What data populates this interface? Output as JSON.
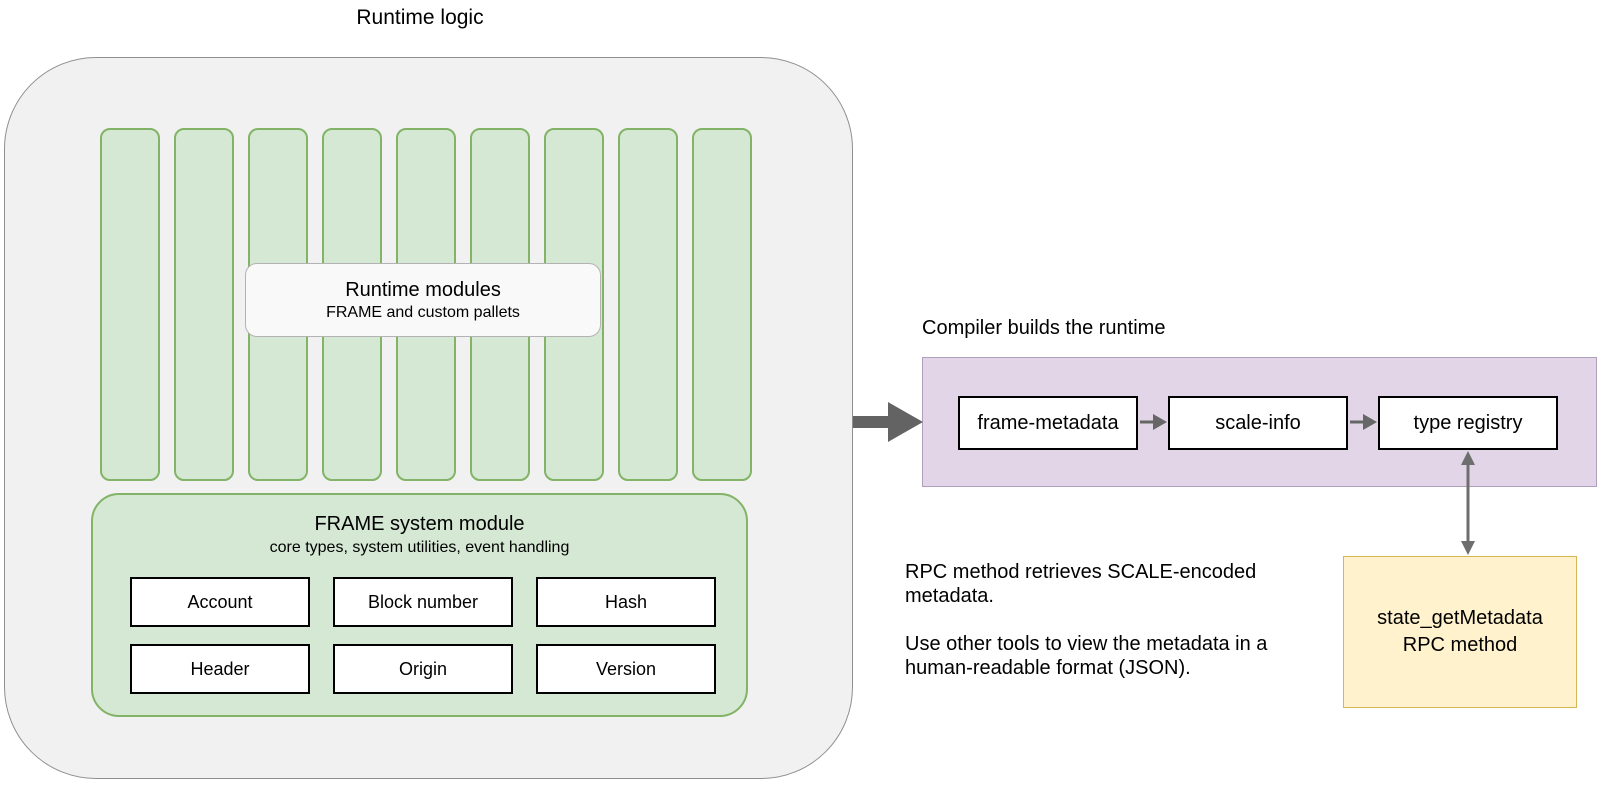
{
  "title": "Runtime logic",
  "bars": {
    "count": 9
  },
  "modules_label": {
    "title": "Runtime modules",
    "subtitle": "FRAME and custom pallets"
  },
  "frame_system": {
    "title": "FRAME system module",
    "subtitle": "core types, system utilities, event handling",
    "cells": [
      "Account",
      "Block number",
      "Hash",
      "Header",
      "Origin",
      "Version"
    ]
  },
  "compiler": {
    "label": "Compiler builds the runtime",
    "steps": [
      "frame-metadata",
      "scale-info",
      "type registry"
    ]
  },
  "rpc_note": {
    "para1_line1": "RPC method retrieves SCALE-encoded",
    "para1_line2": "metadata.",
    "para2_line1": "Use other tools to view the metadata in a",
    "para2_line2": "human-readable format (JSON)."
  },
  "metadata_box": {
    "line1": "state_getMetadata",
    "line2": "RPC method"
  },
  "colors": {
    "container_fill": "#f1f1f1",
    "container_stroke": "#8f8f8f",
    "green_fill": "#d5e8d4",
    "green_stroke": "#82b366",
    "purple_fill": "#e1d5e7",
    "purple_stroke": "#9673a6",
    "yellow_fill": "#fff2cc",
    "yellow_stroke": "#d6b656",
    "white_box_fill": "#ffffff",
    "white_box_stroke": "#000000",
    "arrow": "#666666",
    "text": "#000000"
  }
}
